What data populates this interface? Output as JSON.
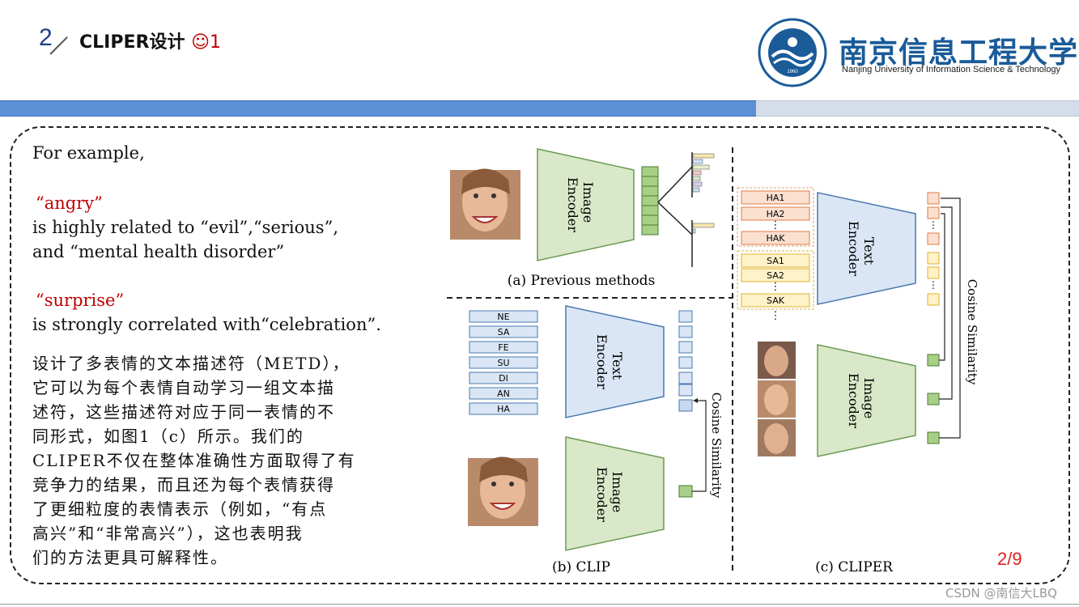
{
  "header": {
    "section_number": "2",
    "title": "CLIPER设计",
    "title_suffix": "☺1"
  },
  "logo": {
    "name_cn": "南京信息工程大学",
    "name_en": "Nanjing University of Information Science & Technology",
    "year": "1960"
  },
  "content": {
    "example_intro": "For example,",
    "word1": "“angry”",
    "line1a": "is highly related to “evil”,“serious”,",
    "line1b": "and “mental health disorder”",
    "word2": "“surprise”",
    "line2": "is strongly correlated with“celebration”.",
    "chinese_lines": [
      "设计了多表情的文本描述符（METD），",
      "它可以为每个表情自动学习一组文本描",
      "述符，这些描述符对应于同一表情的不",
      "同形式，如图1（c）所示。我们的",
      "CLIPER不仅在整体准确性方面取得了有",
      "竞争力的结果，而且还为每个表情获得",
      "了更细粒度的表情表示（例如，“有点",
      "高兴”和“非常高兴”），这也表明我",
      "们的方法更具可解释性。"
    ]
  },
  "figure": {
    "panel_a_caption": "(a) Previous methods",
    "panel_b_caption": "(b) CLIP",
    "panel_c_caption": "(c) CLIPER",
    "image_encoder_line1": "Image",
    "image_encoder_line2": "Encoder",
    "text_encoder_line1": "Text",
    "text_encoder_line2": "Encoder",
    "cosine_similarity": "Cosine Similarity",
    "clip_labels": [
      "NE",
      "SA",
      "FE",
      "SU",
      "DI",
      "AN",
      "HA"
    ],
    "cliper_ha_labels": [
      "HA1",
      "HA2",
      "HAK"
    ],
    "cliper_sa_labels": [
      "SA1",
      "SA2",
      "SAK"
    ]
  },
  "footer": {
    "page": "2/9",
    "watermark": "CSDN @南信大LBQ"
  },
  "colors": {
    "accent_blue": "#5b8fd6",
    "red_text": "#c00000",
    "encoder_green": "#d9e8c8",
    "encoder_blue": "#dae6f5",
    "ha_orange": "#fbe0d0",
    "sa_yellow": "#fff2c8"
  }
}
